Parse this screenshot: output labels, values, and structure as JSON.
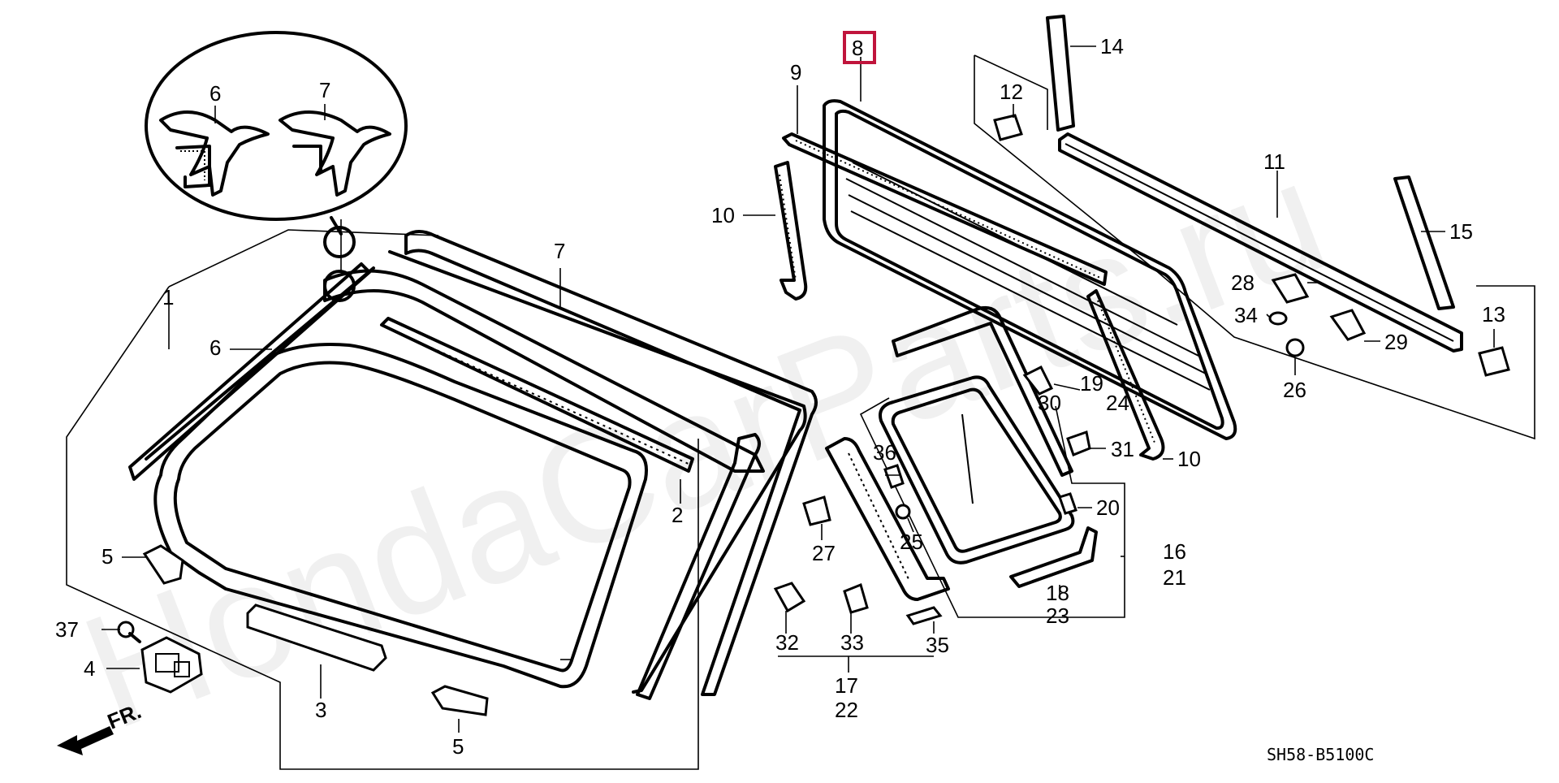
{
  "watermark": "HondaCarParts.ru",
  "diagram_code": "SH58-B5100C",
  "front_arrow_label": "FR.",
  "highlighted_callout": "8",
  "callouts": {
    "c1": "1",
    "c2": "2",
    "c3": "3",
    "c4": "4",
    "c5a": "5",
    "c5b": "5",
    "c6a": "6",
    "c6b": "6",
    "c7a": "7",
    "c7b": "7",
    "c8": "8",
    "c9": "9",
    "c10a": "10",
    "c10b": "10",
    "c11": "11",
    "c12": "12",
    "c13": "13",
    "c14": "14",
    "c15": "15",
    "c16": "16",
    "c17": "17",
    "c18": "18",
    "c19": "19",
    "c20": "20",
    "c21": "21",
    "c22": "22",
    "c23": "23",
    "c24": "24",
    "c25": "25",
    "c26": "26",
    "c27": "27",
    "c28": "28",
    "c29": "29",
    "c30": "30",
    "c31": "31",
    "c32": "32",
    "c33": "33",
    "c34": "34",
    "c35": "35",
    "c36": "36",
    "c37": "37"
  }
}
